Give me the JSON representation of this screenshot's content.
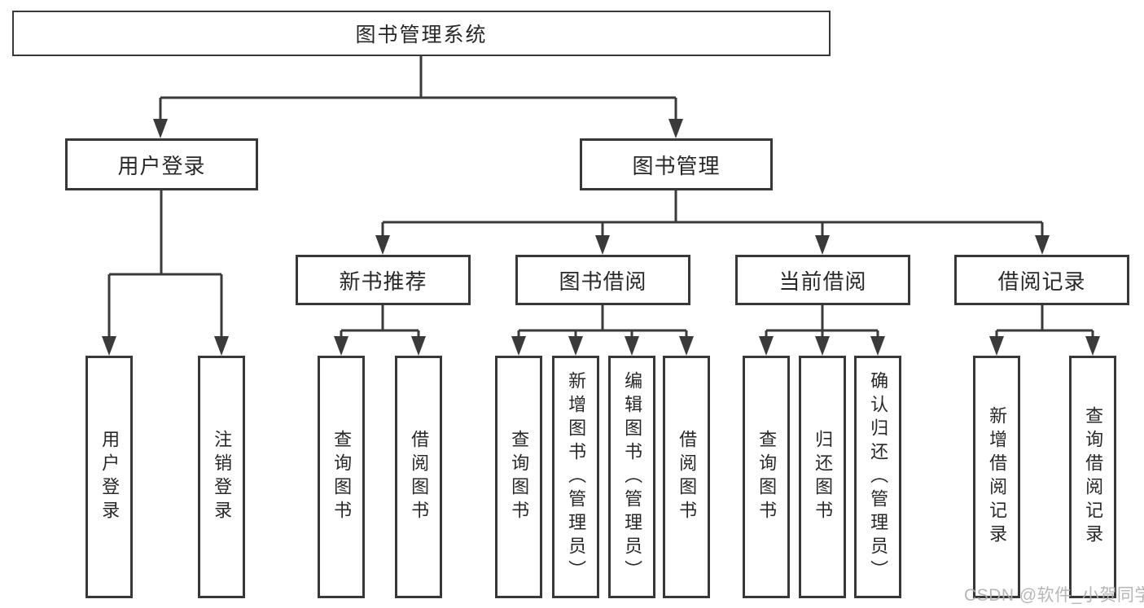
{
  "tree": {
    "root": {
      "label": "图书管理系统"
    },
    "user_login": {
      "label": "用户登录",
      "children": [
        {
          "label": "用户登录"
        },
        {
          "label": "注销登录"
        }
      ]
    },
    "book_mgmt": {
      "label": "图书管理",
      "sections": [
        {
          "label": "新书推荐",
          "children": [
            {
              "label": "查询图书"
            },
            {
              "label": "借阅图书"
            }
          ]
        },
        {
          "label": "图书借阅",
          "children": [
            {
              "label": "查询图书"
            },
            {
              "label": "新增图书（管理员）"
            },
            {
              "label": "编辑图书（管理员）"
            },
            {
              "label": "借阅图书"
            }
          ]
        },
        {
          "label": "当前借阅",
          "children": [
            {
              "label": "查询图书"
            },
            {
              "label": "归还图书"
            },
            {
              "label": "确认归还（管理员）"
            }
          ]
        },
        {
          "label": "借阅记录",
          "children": [
            {
              "label": "新增借阅记录"
            },
            {
              "label": "查询借阅记录"
            }
          ]
        }
      ]
    }
  },
  "watermark": {
    "text": "CSDN @软件_小贺同学"
  },
  "colors": {
    "line": "#3a3a3a",
    "border": "#383838",
    "text": "#282828",
    "watermark": "#b0b0b0",
    "background": "#ffffff"
  }
}
